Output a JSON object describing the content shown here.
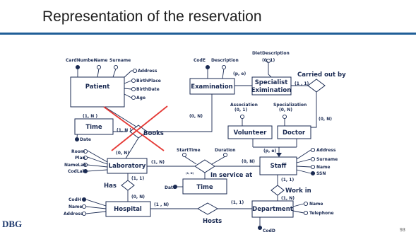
{
  "slide": {
    "title": "Representation of the reservation",
    "page_number": "93",
    "logo": "DBG"
  },
  "entities": {
    "patient": "Patient",
    "examination": "Examination",
    "specialist_examination": "Specialist Eximination",
    "time_top": "Time",
    "volunteer": "Volunteer",
    "doctor": "Doctor",
    "laboratory": "Laboratory",
    "staff": "Staff",
    "time_bottom": "Time",
    "hospital": "Hospital",
    "department": "Department"
  },
  "relationships": {
    "books": "Books",
    "carried_out_by": "Carried out by",
    "in_service_at": "In service at",
    "has": "Has",
    "work_in": "Work in",
    "hosts": "Hosts"
  },
  "attributes": {
    "card_number": "CardNumber",
    "name": "Name",
    "surname": "Surname",
    "address": "Address",
    "birth_place": "BirthPlace",
    "birth_date": "BirthDate",
    "age": "Age",
    "code": "CodE",
    "description": "Description",
    "diet_description": "DietDescription",
    "date": "Date",
    "association": "Association",
    "specialization": "Specialization",
    "start_time": "StartTime",
    "duration": "Duration",
    "room": "Room",
    "plan": "Plan",
    "name_lab": "NameLab",
    "cod_lab": "CodLab",
    "ssn": "SSN",
    "cod_h": "CodH",
    "telephone": "Telephone",
    "cod_d": "CodD"
  },
  "cardinalities": {
    "patient_books": "(1, N )",
    "books_time": "(1, N )",
    "books_examination": "(0, N)",
    "lab_books": "(0, N)",
    "diet_card": "(0, 1)",
    "isa_p": "(p, e)",
    "spec_carried": "(1 , 1)",
    "carried_doctor": "(0, N)",
    "association_card": "(0, 1)",
    "specialization_card": "(0, N)",
    "staff_isa": "(p, e)",
    "lab_service": "(1, N)",
    "staff_service": "(0, N)",
    "service_time": "(1, N)",
    "lab_has": "(1, 1)",
    "hospital_has": "(0, N)",
    "hospital_hosts": "(1 , N)",
    "dept_hosts": "(1, 1)",
    "staff_work": "(1, 1)",
    "dept_work": "(1, N)"
  }
}
